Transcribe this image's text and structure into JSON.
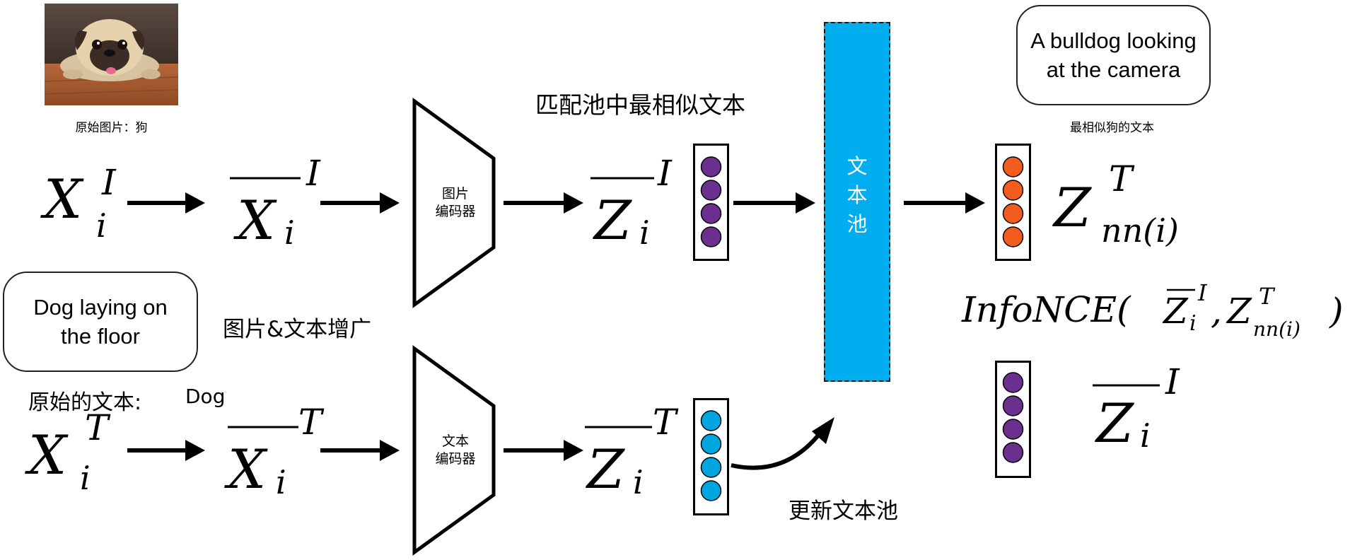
{
  "image_caption": "原始图片：狗",
  "image_subject": "pug-dog-photo",
  "text_caption_original": "Dog laying on the floor",
  "label_original_text": "原始的文本:",
  "label_original_text_value": "Dog",
  "label_augment": "图片&文本增广",
  "label_match_pool": "匹配池中最相似文本",
  "label_update_pool": "更新文本池",
  "image_encoder_label": "图片编码器",
  "text_encoder_label": "文本编码器",
  "text_pool_label": "文本池",
  "nn_text_caption": "A bulldog looking at the camera",
  "nn_text_label": "最相似狗的文本",
  "math": {
    "x_img": {
      "base": "X",
      "sub": "i",
      "sup": "I"
    },
    "x_img_aug": {
      "base": "X",
      "sub": "i",
      "sup": "I"
    },
    "z_img": {
      "base": "Z",
      "sub": "i",
      "sup": "I"
    },
    "x_txt": {
      "base": "X",
      "sub": "i",
      "sup": "T"
    },
    "x_txt_aug": {
      "base": "X",
      "sub": "i",
      "sup": "T"
    },
    "z_txt": {
      "base": "Z",
      "sub": "i",
      "sup": "T"
    },
    "z_nn": {
      "base": "Z",
      "sub": "nn(i)",
      "sup": "T"
    },
    "z_img_right": {
      "base": "Z",
      "sub": "i",
      "sup": "I"
    },
    "infonce": {
      "fn": "InfoNCE(",
      "a_base": "Z",
      "a_sub": "i",
      "a_sup": "I",
      "sep": ",",
      "b_base": "Z",
      "b_sub": "nn(i)",
      "b_sup": "T",
      "close": ")"
    }
  },
  "colors": {
    "text_pool_fill": "#00adee",
    "image_embedding_dot": "#6b2f8f",
    "text_embedding_dot": "#00a6e0",
    "nn_embedding_dot": "#f25c1e",
    "stroke": "#000000"
  }
}
